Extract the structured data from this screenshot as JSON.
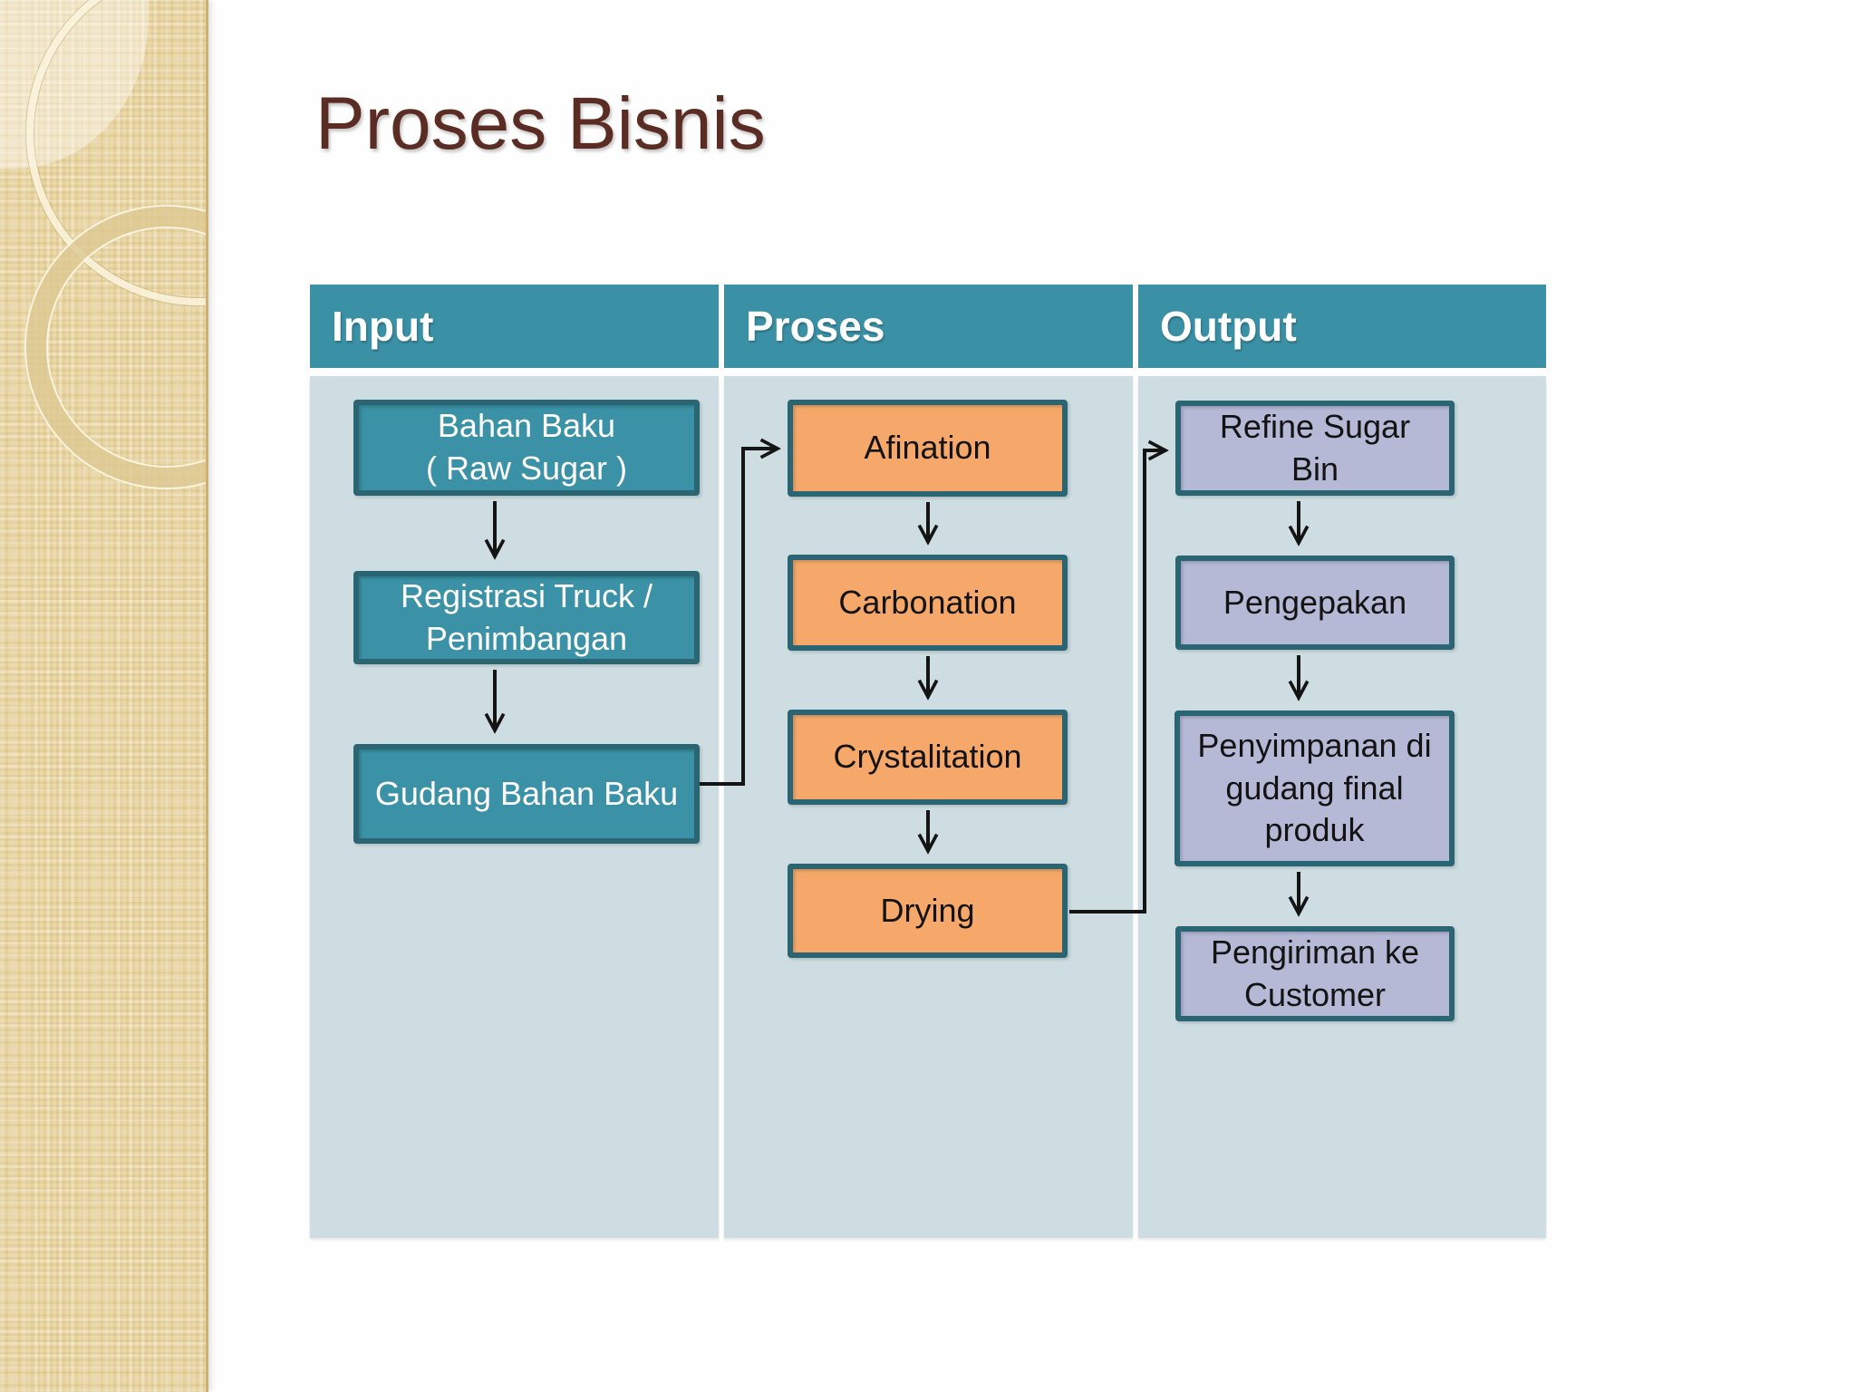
{
  "slide": {
    "title": "Proses Bisnis"
  },
  "table": {
    "columns": [
      {
        "header": "Input",
        "boxes": [
          {
            "label": "Bahan Baku\n( Raw Sugar )"
          },
          {
            "label": "Registrasi Truck /\nPenimbangan"
          },
          {
            "label": "Gudang Bahan Baku"
          }
        ]
      },
      {
        "header": "Proses",
        "boxes": [
          {
            "label": "Afination"
          },
          {
            "label": "Carbonation"
          },
          {
            "label": "Crystalitation"
          },
          {
            "label": "Drying"
          }
        ]
      },
      {
        "header": "Output",
        "boxes": [
          {
            "label": "Refine Sugar\nBin"
          },
          {
            "label": "Pengepakan"
          },
          {
            "label": "Penyimpanan di\ngudang final\nproduk"
          },
          {
            "label": "Pengiriman ke\nCustomer"
          }
        ]
      }
    ]
  },
  "colors": {
    "title-text": "#5b2c23",
    "header-teal": "#3a90a5",
    "node-teal": "#3b91a6",
    "node-orange": "#f5a86a",
    "node-lavender": "#b5b9d6",
    "node-border": "#2a6574",
    "column-body": "#cedde1",
    "arrow": "#141414",
    "sidebar-beige": "#ecd9a6"
  }
}
